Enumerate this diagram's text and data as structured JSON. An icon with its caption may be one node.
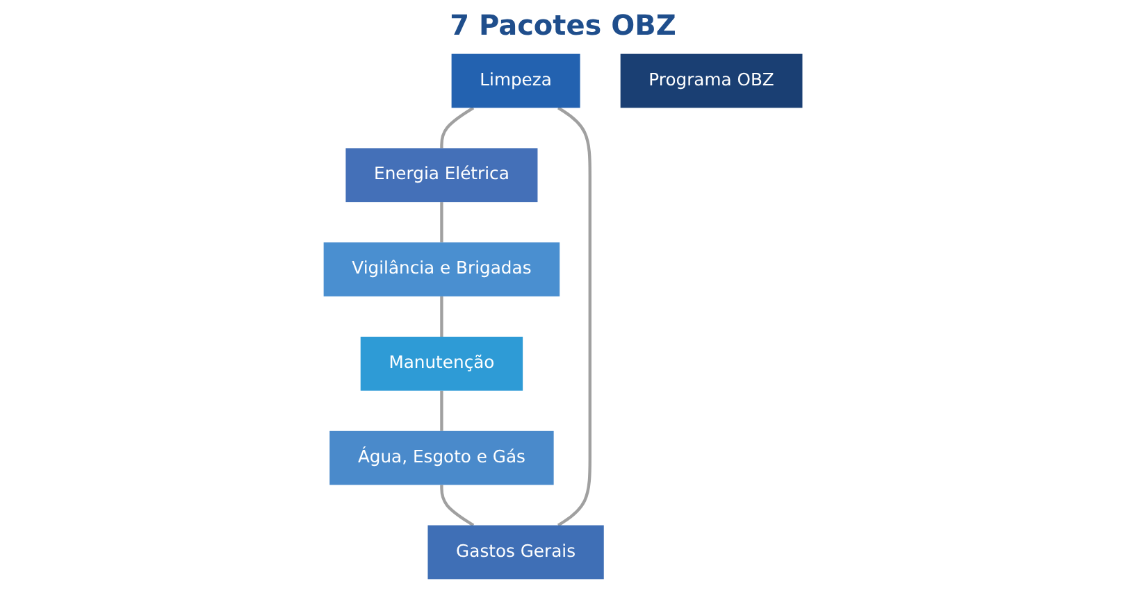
{
  "diagram": {
    "title": "7 Pacotes OBZ",
    "nodes": [
      {
        "text": [
          "Limpeza"
        ]
      },
      {
        "text": [
          "Gastos Gerais"
        ]
      },
      {
        "text": [
          "Energia Elétrica"
        ]
      },
      {
        "text": [
          "Programa OBZ"
        ]
      },
      {
        "text": [
          "Água, Esgoto e Gás"
        ]
      },
      {
        "text": [
          "Vigilância e Brigadas"
        ]
      },
      {
        "text": [
          "Manutenção"
        ]
      }
    ],
    "edges": [
      {
        "from": 0,
        "to": 2,
        "arrow": "none"
      },
      {
        "from": 2,
        "to": 5,
        "arrow": "none"
      },
      {
        "from": 5,
        "to": 6,
        "arrow": "none"
      },
      {
        "from": 6,
        "to": 4,
        "arrow": "none"
      },
      {
        "from": 4,
        "to": 1,
        "arrow": "none"
      },
      {
        "from": 1,
        "to": 0,
        "arrow": "none"
      }
    ]
  }
}
